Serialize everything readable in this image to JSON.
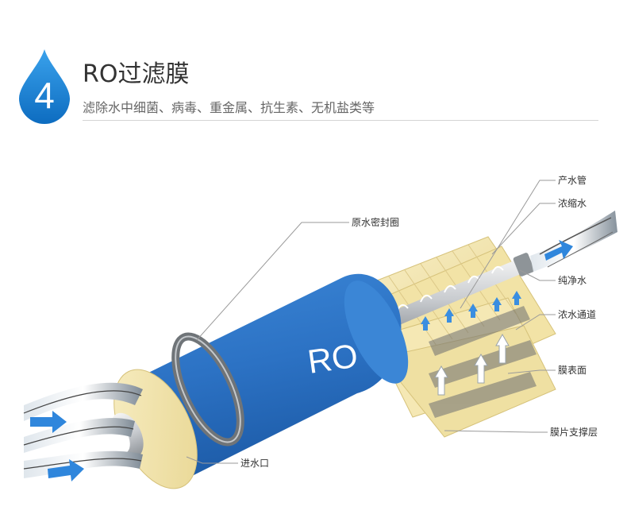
{
  "header": {
    "step_number": "4",
    "title": "RO过滤膜",
    "subtitle": "滤除水中细菌、病毒、重金属、抗生素、无机盐类等"
  },
  "diagram": {
    "cylinder_label": "RO",
    "labels": {
      "product_tube": "产水管",
      "concentrate": "浓缩水",
      "seal_ring": "原水密封圈",
      "pure_water": "纯净水",
      "concentrate_channel": "浓水通道",
      "membrane_surface": "膜表面",
      "membrane_support": "膜片支撑层",
      "inlet": "进水口"
    }
  },
  "colors": {
    "accent_blue": "#1a7fd0",
    "cylinder_blue": "#2e76c9",
    "membrane_cream": "#f3e6b0",
    "seal_gray": "#6f7478"
  }
}
